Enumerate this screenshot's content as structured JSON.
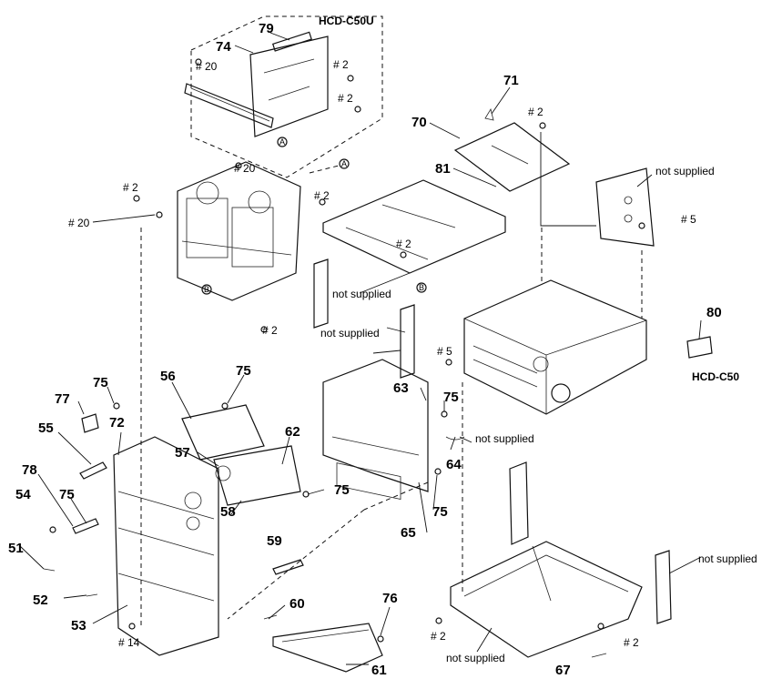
{
  "models": {
    "top": "HCD-C50U",
    "right": "HCD-C50"
  },
  "part_numbers": {
    "p51": "51",
    "p52": "52",
    "p53": "53",
    "p54": "54",
    "p55": "55",
    "p56": "56",
    "p57": "57",
    "p58": "58",
    "p59": "59",
    "p60": "60",
    "p61": "61",
    "p62": "62",
    "p63": "63",
    "p64": "64",
    "p65": "65",
    "p67": "67",
    "p70": "70",
    "p71": "71",
    "p72": "72",
    "p74": "74",
    "p75a": "75",
    "p75b": "75",
    "p75c": "75",
    "p75d": "75",
    "p75e": "75",
    "p75f": "75",
    "p76": "76",
    "p77": "77",
    "p78": "78",
    "p79": "79",
    "p80": "80",
    "p81": "81"
  },
  "screw_labels": {
    "s20a": "# 20",
    "s2a": "# 2",
    "s2b": "# 2",
    "s20b": "# 20",
    "s2c": "# 2",
    "s20c": "# 20",
    "s2d": "# 2",
    "s2e": "# 2",
    "s2f": "# 2",
    "s2g": "# 2",
    "s5a": "# 5",
    "s5b": "# 5",
    "s14": "# 14",
    "s2h": "# 2",
    "s2i": "# 2"
  },
  "notes": {
    "ns1": "not supplied",
    "ns2": "not supplied",
    "ns3": "not supplied",
    "ns4": "not supplied",
    "ns5": "not supplied",
    "ns6": "not supplied"
  },
  "reference_marks": {
    "a1": "A",
    "a2": "A",
    "b1": "B",
    "b2": "B"
  }
}
